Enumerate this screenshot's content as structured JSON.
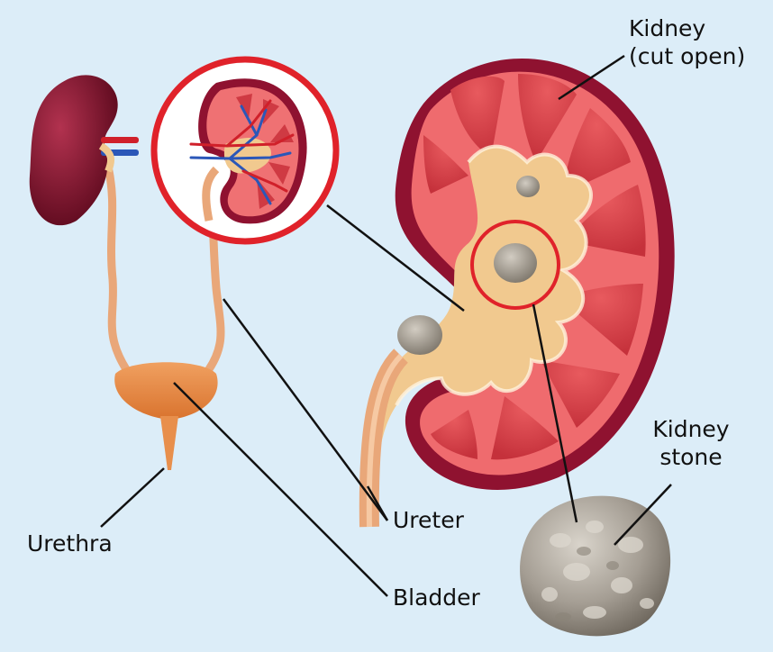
{
  "labels": {
    "kidney_cut_open": {
      "line1": "Kidney",
      "line2": "(cut open)"
    },
    "kidney_stone": {
      "line1": "Kidney",
      "line2": "stone"
    },
    "ureter": "Ureter",
    "urethra": "Urethra",
    "bladder": "Bladder"
  },
  "colors": {
    "background": "#dcedf8",
    "kidney_outer": "#8f1230",
    "kidney_cortex": "#ef6b6e",
    "kidney_pyramid": "#d5424a",
    "pelvis": "#f1c98f",
    "ureter": "#e9a779",
    "bladder": "#eb8c45",
    "artery": "#d0202a",
    "vein": "#2b57b8",
    "highlight_circle": "#e0222a",
    "stone": "#a9a39a",
    "leader_line": "#111111"
  }
}
